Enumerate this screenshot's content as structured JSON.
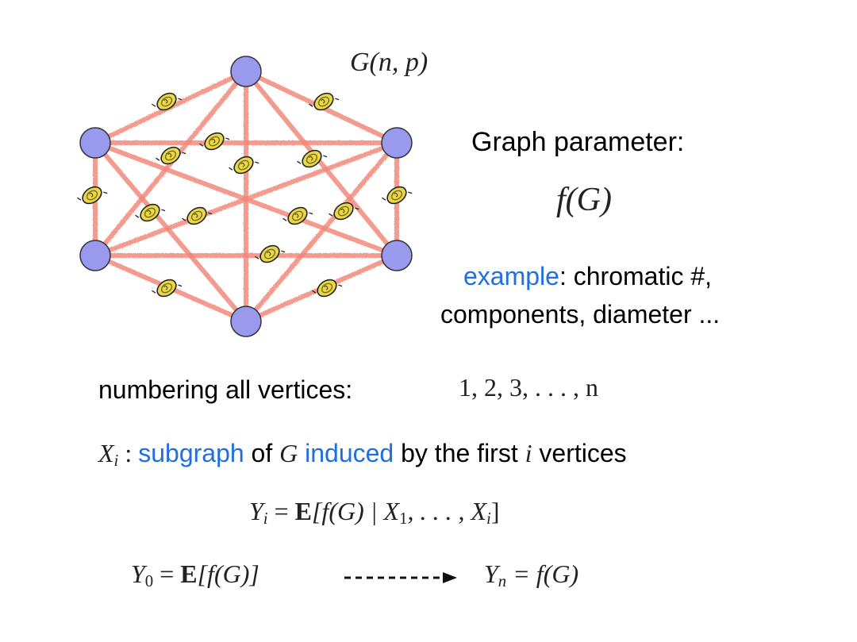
{
  "graph": {
    "label": "G(n, p)",
    "vertex_color": "#9999ee",
    "edge_color": "#f08a7a",
    "coin_color": "#e8d84a",
    "vertex_count": 6,
    "coin_icon": "coin-icon"
  },
  "parameter": {
    "heading": "Graph parameter:",
    "formula": "f(G)",
    "example_word": "example",
    "example_rest": ": chromatic #,",
    "example_line2": "components, diameter ..."
  },
  "numbering": {
    "label": "numbering all vertices:",
    "sequence": "1, 2, 3, . . . , n"
  },
  "subgraph_line": {
    "var": "X",
    "var_sub": "i",
    "colon": " : ",
    "word_subgraph": "subgraph",
    "of": " of ",
    "G": "G",
    "word_induced": "induced",
    "rest": " by the first ",
    "i": "i",
    "tail": " vertices"
  },
  "martingale": {
    "yi_lhs": "Y",
    "yi_sub": "i",
    "eq": " = ",
    "E": "E",
    "yi_rhs_a": "[f(G) | X",
    "x1_sub": "1",
    "yi_rhs_b": ", . . . , X",
    "xi_sub": "i",
    "yi_rhs_c": "]",
    "y0": "Y",
    "y0_sub": "0",
    "y0_rhs": "[f(G)]",
    "yn": "Y",
    "yn_sub": "n",
    "yn_rhs": " = f(G)"
  },
  "accent_color": "#1f6fe0"
}
